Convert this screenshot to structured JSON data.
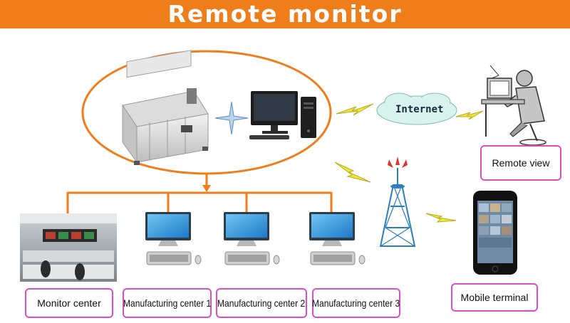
{
  "header": {
    "title": "Remote monitor"
  },
  "cloud": {
    "label": "Internet"
  },
  "labels": {
    "remote_view": "Remote view",
    "mobile_terminal": "Mobile terminal",
    "monitor_center": "Monitor center",
    "mfg_1": "Manufacturing center 1",
    "mfg_2": "Manufacturing center 2",
    "mfg_3": "Manufacturing center 3"
  },
  "colors": {
    "banner": "#ef7d1a",
    "ellipse": "#ef7d1a",
    "label_border": "#d84fc7",
    "lightning": "#e8e23a"
  },
  "icons": [
    "reflow-oven-machine",
    "desktop-computer-icon",
    "sparkle-icon",
    "internet-cloud-icon",
    "remote-user-at-desk-icon",
    "signal-tower-icon",
    "smartphone-icon",
    "monitor-room-photo",
    "workstation-computer-icon"
  ]
}
